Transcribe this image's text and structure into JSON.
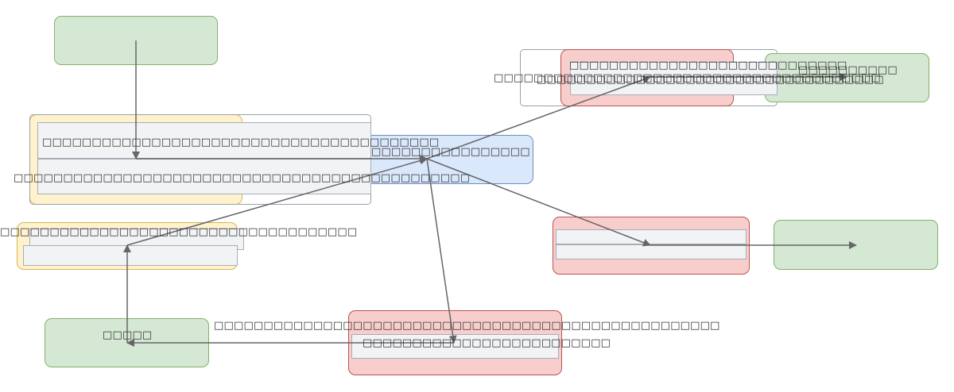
{
  "diagram": {
    "title": "",
    "colors": {
      "green_fill": "#d5e8d4",
      "green_stroke": "#82b366",
      "yellow_fill": "#fff2cc",
      "yellow_stroke": "#d6b656",
      "blue_fill": "#dae8fc",
      "blue_stroke": "#6c8ebf",
      "red_fill": "#f8cecc",
      "red_stroke": "#b85450",
      "row_fill": "#f1f3f5",
      "edge": "#666666"
    },
    "labels": {
      "top_table_row1": "□□□□□□□□□□□□□□□□□□□□□□□□□□□□□□□□□□□□□□□□",
      "top_table_row2": "□□□□□□□□□□□□□□□□□□□□□□□□□□□□□□□□□□□□□□□□□□□□□□",
      "blue_hub": "□□□□□□□□□□□□□□□□",
      "left_mid_table": "□□□□□□□□□□□□□□□□□□□□□□□□□□□□□□□□□□□□",
      "bottom_left_green": "□□□□□",
      "bottom_table_edge": "□□□□□□□□□□□□□□□□□□□□□□□□□□□□□□□□□□□□□□□□□□□□□□□□□□□",
      "bottom_table_row": "□□□□□□□□□□□□□□□□□□□□□□□□□",
      "top_right_table_row": "□□□□□□□□□□□□□□□□□□□□□□□□□□□□",
      "top_right_edge_a": "□□□□□□□□□□□□□□□□□□□□□□□□□□□□□□□□□□□□□□□",
      "top_right_edge_b": "□□□□□□□□□□□□□□□□□□□□□□□□□□□□□□□□□□□",
      "top_right_green": "□□□□□□□□□□"
    },
    "nodes": [
      {
        "id": "top-left-green",
        "kind": "process"
      },
      {
        "id": "top-table",
        "kind": "table"
      },
      {
        "id": "blue-hub",
        "kind": "process"
      },
      {
        "id": "left-mid-table",
        "kind": "table"
      },
      {
        "id": "bottom-left-green",
        "kind": "process"
      },
      {
        "id": "bottom-table",
        "kind": "table"
      },
      {
        "id": "mid-right-table",
        "kind": "table"
      },
      {
        "id": "mid-right-green",
        "kind": "process"
      },
      {
        "id": "top-right-table",
        "kind": "table"
      },
      {
        "id": "top-right-green",
        "kind": "process"
      }
    ],
    "edges": [
      {
        "from": "top-left-green",
        "to": "top-table"
      },
      {
        "from": "top-table",
        "to": "blue-hub"
      },
      {
        "from": "left-mid-table",
        "to": "blue-hub"
      },
      {
        "from": "blue-hub",
        "to": "top-right-table"
      },
      {
        "from": "top-right-table",
        "to": "top-right-green"
      },
      {
        "from": "blue-hub",
        "to": "mid-right-table"
      },
      {
        "from": "mid-right-table",
        "to": "mid-right-green"
      },
      {
        "from": "blue-hub",
        "to": "bottom-table"
      },
      {
        "from": "bottom-table",
        "to": "bottom-left-green"
      },
      {
        "from": "bottom-left-green",
        "to": "left-mid-table"
      }
    ]
  }
}
